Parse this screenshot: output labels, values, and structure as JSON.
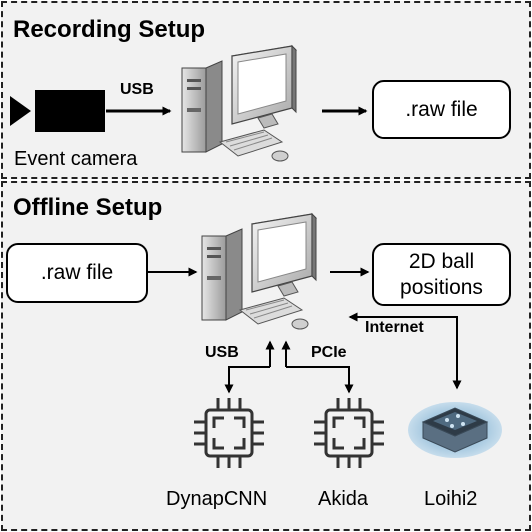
{
  "recording_setup": {
    "title": "Recording Setup",
    "camera_label": "Event camera",
    "usb_label": "USB",
    "output_box": ".raw file"
  },
  "offline_setup": {
    "title": "Offline Setup",
    "input_box": ".raw file",
    "output_box_line1": "2D ball",
    "output_box_line2": "positions",
    "internet_label": "Internet",
    "usb_label": "USB",
    "pcie_label": "PCIe",
    "chips": [
      {
        "label": "DynapCNN",
        "icon": "chip-icon"
      },
      {
        "label": "Akida",
        "icon": "chip-icon"
      },
      {
        "label": "Loihi2",
        "icon": "loihi-board-icon"
      }
    ]
  }
}
